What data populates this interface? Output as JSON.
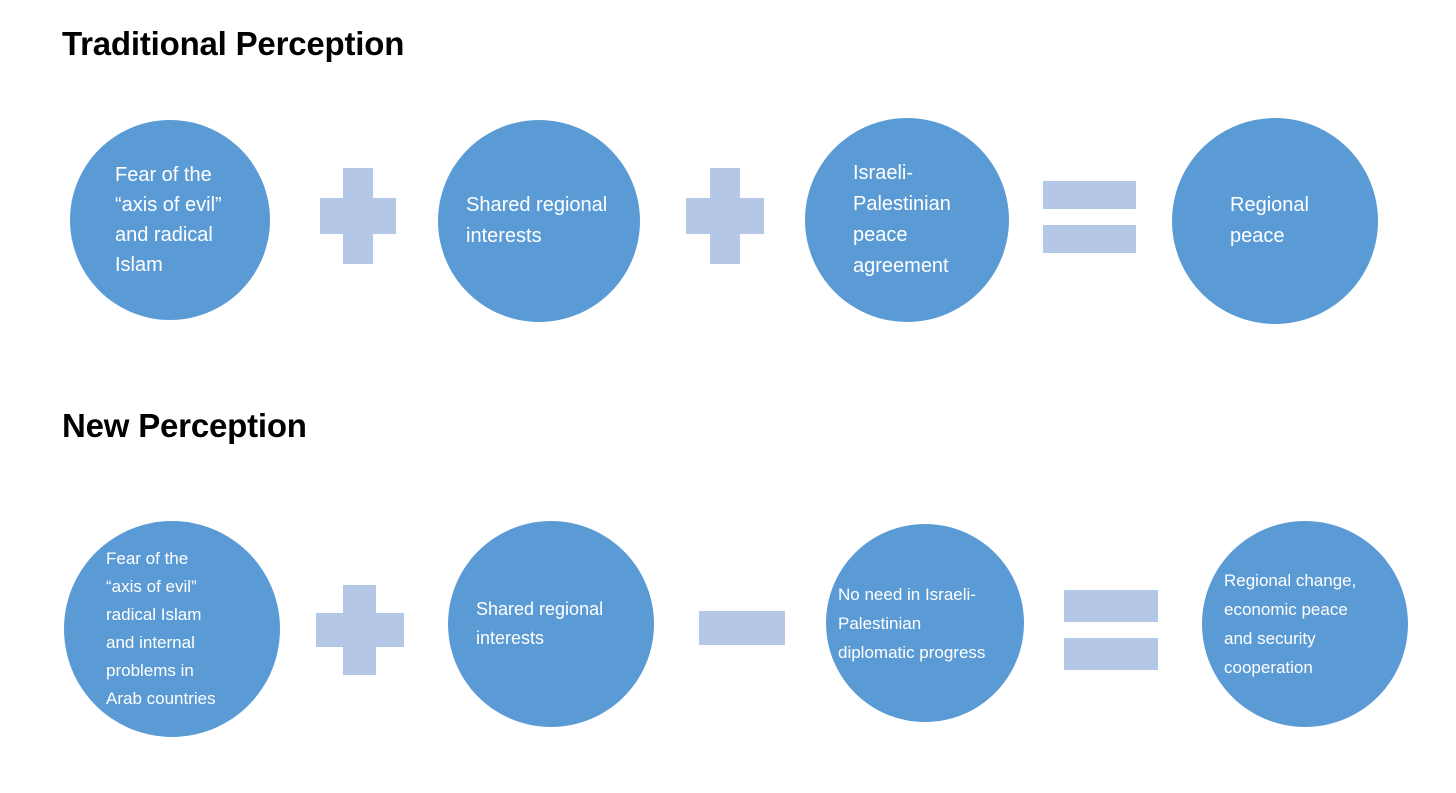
{
  "sections": [
    {
      "id": "traditional",
      "title": "Traditional Perception",
      "nodes": [
        {
          "name": "fear-axis-evil",
          "text": "Fear of the\n“axis of evil”\nand radical\nIslam"
        },
        {
          "name": "shared-interests-1",
          "text": "Shared regional\ninterests"
        },
        {
          "name": "peace-agreement",
          "text": "Israeli-\nPalestinian\npeace\nagreement"
        },
        {
          "name": "regional-peace",
          "text": "Regional\npeace"
        }
      ],
      "operators": [
        {
          "name": "plus-1",
          "symbol": "+"
        },
        {
          "name": "plus-2",
          "symbol": "+"
        },
        {
          "name": "equals-1",
          "symbol": "="
        }
      ],
      "equation": "Fear of the “axis of evil” and radical Islam + Shared regional interests + Israeli-Palestinian peace agreement = Regional peace"
    },
    {
      "id": "new",
      "title": "New Perception",
      "nodes": [
        {
          "name": "fear-internal",
          "text": "Fear of the\n“axis of evil”\nradical Islam\nand internal\nproblems in\nArab countries"
        },
        {
          "name": "shared-interests-2",
          "text": "Shared regional\ninterests"
        },
        {
          "name": "no-need-progress",
          "text": "No need in Israeli-\nPalestinian\ndiplomatic progress"
        },
        {
          "name": "regional-change",
          "text": "Regional change,\neconomic peace\nand security\ncooperation"
        }
      ],
      "operators": [
        {
          "name": "plus-3",
          "symbol": "+"
        },
        {
          "name": "minus-1",
          "symbol": "−"
        },
        {
          "name": "equals-2",
          "symbol": "="
        }
      ],
      "equation": "Fear of the “axis of evil” radical Islam and internal problems in Arab countries + Shared regional interests − No need in Israeli-Palestinian diplomatic progress = Regional change, economic peace and security cooperation"
    }
  ],
  "colors": {
    "circle_fill": "#5B9BD5",
    "operator_fill": "#B4C7E7",
    "circle_text": "#FFFFFF",
    "title_text": "#000000",
    "background": "#FFFFFF"
  }
}
